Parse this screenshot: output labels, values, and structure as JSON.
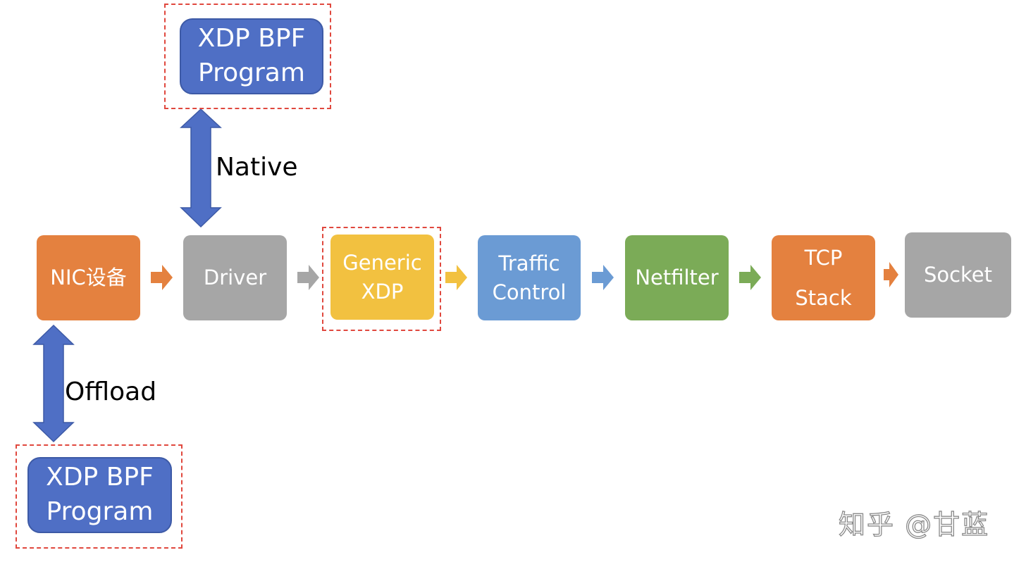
{
  "diagram": {
    "nodes": {
      "nic": "NIC设备",
      "driver": "Driver",
      "generic_xdp": "Generic\nXDP",
      "traffic_control": "Traffic\nControl",
      "netfilter": "Netfilter",
      "tcp_stack": "TCP\nStack",
      "socket": "Socket",
      "xdp_native": "XDP BPF\nProgram",
      "xdp_offload": "XDP BPF\nProgram"
    },
    "edges": {
      "native": "Native",
      "offload": "Offload"
    },
    "colors": {
      "orange": "#e4813f",
      "gray": "#a6a6a6",
      "yellow": "#f2c140",
      "blue": "#6b9bd4",
      "green": "#7bab57",
      "bpf_blue": "#4f6fc5",
      "dashed_red": "#e0483e"
    }
  },
  "watermark": "知乎 @甘蓝"
}
